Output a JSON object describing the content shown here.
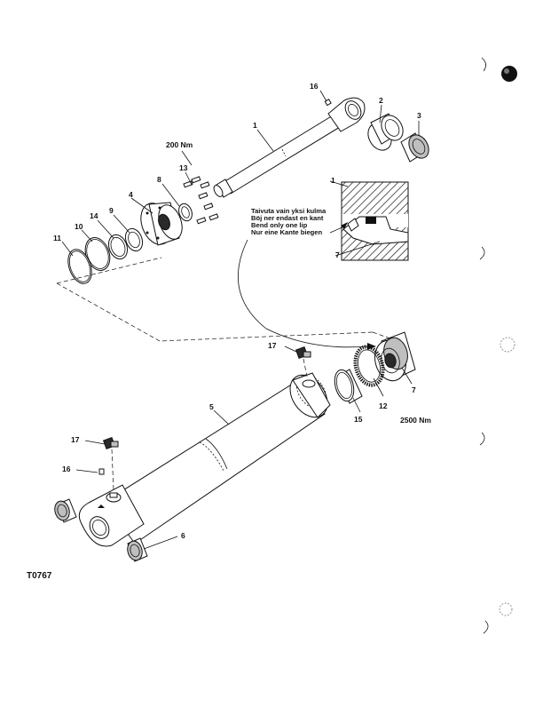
{
  "drawing_code": "T0767",
  "notes": {
    "lip_fi": "Taivuta vain yksi kulma",
    "lip_sv": "Böj ner endast en kant",
    "lip_en": "Bend only one lip",
    "lip_de": "Nur eine Kante biegen"
  },
  "torques": {
    "bolt": "200 Nm",
    "piston": "2500 Nm"
  },
  "callouts": {
    "c1": "1",
    "c1b": "1",
    "c2": "2",
    "c3": "3",
    "c4": "4",
    "c5": "5",
    "c6": "6",
    "c7": "7",
    "c7b": "7",
    "c8": "8",
    "c9": "9",
    "c10": "10",
    "c11": "11",
    "c12": "12",
    "c13": "13",
    "c14": "14",
    "c15": "15",
    "c16": "16",
    "c16b": "16",
    "c17": "17",
    "c17b": "17"
  }
}
